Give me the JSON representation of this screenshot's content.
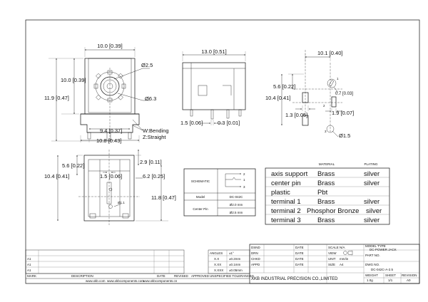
{
  "drawing": {
    "views": {
      "front": {
        "top_width": "10.0 [0.39]",
        "inner_height": "10.0 [0.39]",
        "total_height": "11.9 [0.47]",
        "bore_dia": "Ø2.5",
        "outer_dia": "Ø6.3",
        "pin_spacing": "9.4 [0.37]",
        "bottom_width": "10.8 [0.43]",
        "bend_note": "W:Bending",
        "straight_note": "Z:Straight"
      },
      "side": {
        "length": "13.0 [0.51]",
        "pin_offset": "1.5 [0.06]",
        "pin_thickness": "0.3 [0.01]"
      },
      "footprint": {
        "width": "10.1 [0.40]",
        "row_offset": "5.6 [0.22]",
        "height": "10.4 [0.41]",
        "pad_gap": "1.3 [0.05]",
        "pad_width": "1.9 [0.07]",
        "slot": "0.7 [0.03]",
        "hole": "Ø1.5",
        "pin_marks": [
          "1",
          "2",
          "3"
        ]
      },
      "bottom": {
        "side_offset": "5.6 [0.22]",
        "height": "10.4 [0.41]",
        "pin_spacing": "1.5 [0.06]",
        "top_gap": "2.9 [0.11]",
        "right_offset": "6.2 [0.25]",
        "overall": "11.8 [0.47]",
        "pin_dia": "Ø1.1"
      }
    },
    "spec_table": {
      "schematic_label": "SCHEMATIC",
      "schematic_pins": [
        "2",
        "1",
        "3"
      ],
      "model_label": "Model",
      "model_value": "DC-042C",
      "pin_label": "Center Pin",
      "pin_values": [
        "Ø2.0 mm",
        "Ø2.5 mm"
      ]
    },
    "materials": {
      "header_material": "MATERIAL",
      "header_plating": "PLATING",
      "rows": [
        {
          "part": "axis support",
          "material": "Brass",
          "plating": "silver"
        },
        {
          "part": "center pin",
          "material": "Brass",
          "plating": "silver"
        },
        {
          "part": "plastic",
          "material": "Pbt",
          "plating": ""
        },
        {
          "part": "terminal 1",
          "material": "Brass",
          "plating": "silver"
        },
        {
          "part": "terminal 2",
          "material": "Phosphor Bronze",
          "plating": "silver"
        },
        {
          "part": "terminal 3",
          "material": "Brass",
          "plating": "silver"
        }
      ]
    },
    "tolerance": {
      "header": [
        "ANGLES",
        "±1°"
      ],
      "rows": [
        [
          "X.X",
          "±0.2mm"
        ],
        [
          "X.XX",
          "±0.1mm"
        ],
        [
          "X.XXX",
          "±0.05mm"
        ]
      ],
      "note": "UNSPECIFIED TOLERANCES"
    },
    "revisions": {
      "rows": [
        "A1",
        "A1",
        "A1"
      ],
      "headers": [
        "MARK",
        "DESCRIPTION",
        "DATE",
        "REVISED",
        "APPROVED"
      ]
    },
    "urls": [
      "www.xkb.com",
      "www.xkbcomponents.com",
      "www.xkbcomponents.cn"
    ],
    "signoff": {
      "rows": [
        "DSND",
        "DRN",
        "CHKD",
        "APPD"
      ],
      "date_label": "DATE"
    },
    "title_block": {
      "scale_label": "SCALE N/A",
      "model_label": "MODEL TYPE",
      "model_value": "DC-POWER JACK",
      "view_label": "VIEW",
      "part_label": "PART NO.",
      "unit_label": "UNIT",
      "unit_value": "mm/in",
      "dwg_label": "DWG NO.",
      "dwg_value": "DC-042C-A-2.5",
      "size_label": "SIZE",
      "size_value": "A4",
      "company": "XKB INDUSTRIAL PRECISION CO.,LIMITED",
      "weight_label": "WEIGHT",
      "weight_value": "1.0g",
      "sheet_label": "SHEET",
      "sheet_value": "1/1",
      "revision_label": "REVISION",
      "revision_value": "A0"
    }
  }
}
